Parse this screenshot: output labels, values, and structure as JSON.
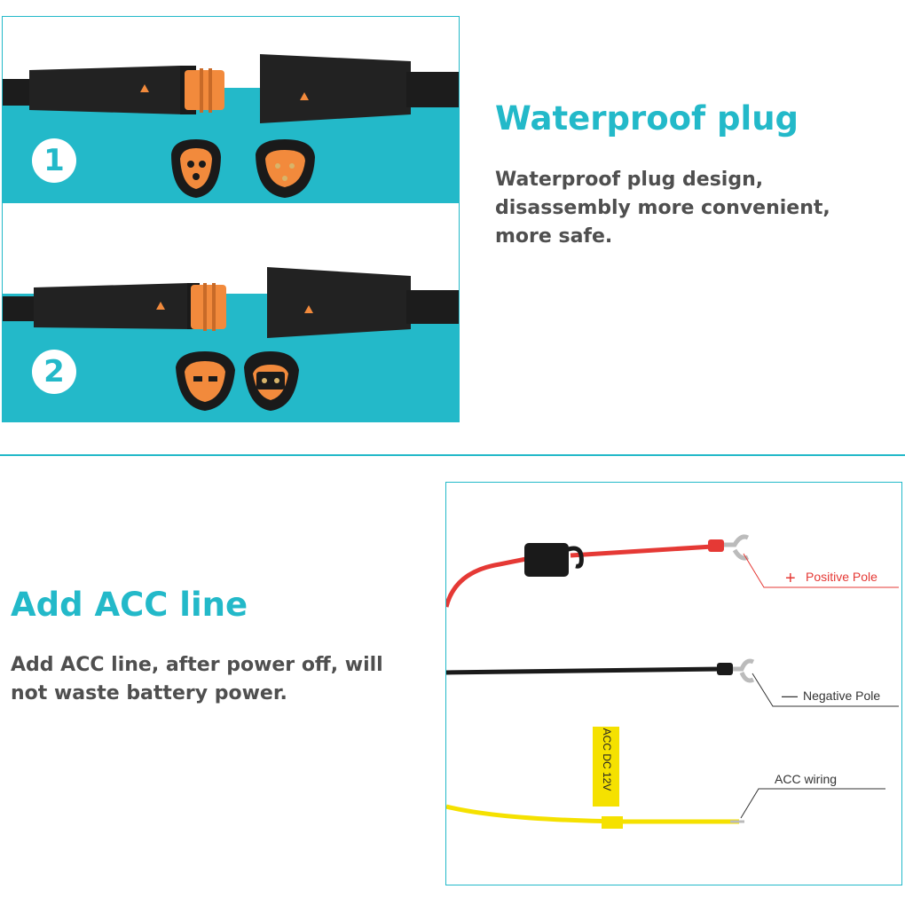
{
  "waterproof": {
    "badge_1": "1",
    "badge_2": "2",
    "title": "Waterproof plug",
    "description": "Waterproof plug design, disassembly more convenient, more safe."
  },
  "acc": {
    "title": "Add ACC line",
    "description": "Add ACC line, after power off, will not waste battery power.",
    "positive_label": "Positive Pole",
    "negative_label": "Negative Pole",
    "acc_wiring_label": "ACC wiring",
    "tag_text": "ACC DC 12V"
  },
  "colors": {
    "accent": "#23b9c9",
    "orange": "#f28a3c",
    "red_wire": "#e53935",
    "yellow_wire": "#f5e100"
  }
}
